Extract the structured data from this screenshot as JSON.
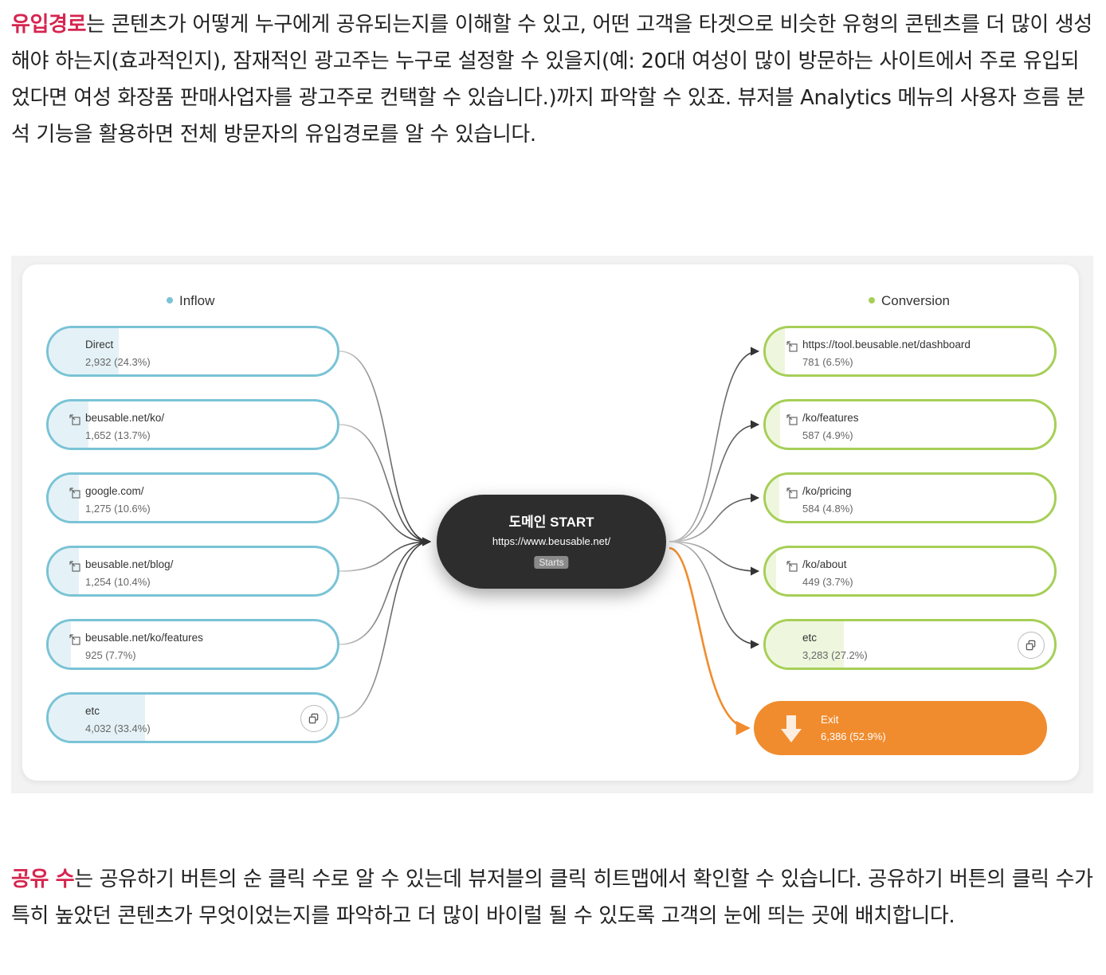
{
  "paragraph1": {
    "highlight": "유입경로",
    "text": "는 콘텐츠가 어떻게 누구에게 공유되는지를 이해할 수 있고, 어떤 고객을 타겟으로 비슷한 유형의 콘텐츠를 더 많이 생성해야 하는지(효과적인지), 잠재적인 광고주는 누구로 설정할 수 있을지(예: 20대 여성이 많이 방문하는 사이트에서 주로 유입되었다면 여성 화장품 판매사업자를 광고주로 컨택할 수 있습니다.)까지 파악할 수 있죠. 뷰저블 Analytics 메뉴의 사용자 흐름 분석 기능을 활용하면 전체 방문자의 유입경로를 알 수 있습니다."
  },
  "diagram": {
    "inflow_title": "Inflow",
    "conversion_title": "Conversion",
    "colors": {
      "inflow": "#7ac3d6",
      "conversion": "#a6cf57",
      "exit": "#f08c2e",
      "center": "#2d2d2d"
    },
    "inflow": [
      {
        "name": "Direct",
        "value": "2,932 (24.3%)",
        "share": 0.243,
        "external": false,
        "more": false
      },
      {
        "name": "beusable.net/ko/",
        "value": "1,652 (13.7%)",
        "share": 0.137,
        "external": true,
        "more": false
      },
      {
        "name": "google.com/",
        "value": "1,275 (10.6%)",
        "share": 0.106,
        "external": true,
        "more": false
      },
      {
        "name": "beusable.net/blog/",
        "value": "1,254 (10.4%)",
        "share": 0.104,
        "external": true,
        "more": false
      },
      {
        "name": "beusable.net/ko/features",
        "value": "925 (7.7%)",
        "share": 0.077,
        "external": true,
        "more": false
      },
      {
        "name": "etc",
        "value": "4,032 (33.4%)",
        "share": 0.334,
        "external": false,
        "more": true
      }
    ],
    "center": {
      "title": "도메인 START",
      "url": "https://www.beusable.net/",
      "badge": "Starts"
    },
    "conversion": [
      {
        "name": "https://tool.beusable.net/dashboard",
        "value": "781 (6.5%)",
        "share": 0.065,
        "external": true,
        "more": false
      },
      {
        "name": "/ko/features",
        "value": "587 (4.9%)",
        "share": 0.049,
        "external": true,
        "more": false
      },
      {
        "name": "/ko/pricing",
        "value": "584 (4.8%)",
        "share": 0.048,
        "external": true,
        "more": false
      },
      {
        "name": "/ko/about",
        "value": "449 (3.7%)",
        "share": 0.037,
        "external": true,
        "more": false
      },
      {
        "name": "etc",
        "value": "3,283 (27.2%)",
        "share": 0.272,
        "external": false,
        "more": true
      }
    ],
    "exit": {
      "name": "Exit",
      "value": "6,386 (52.9%)"
    }
  },
  "paragraph2": {
    "highlight": "공유 수",
    "text": "는 공유하기 버튼의 순 클릭 수로 알 수 있는데 뷰저블의 클릭 히트맵에서 확인할 수 있습니다. 공유하기 버튼의 클릭 수가 특히 높았던 콘텐츠가 무엇이었는지를 파악하고 더 많이 바이럴 될 수 있도록 고객의 눈에 띄는 곳에 배치합니다."
  }
}
